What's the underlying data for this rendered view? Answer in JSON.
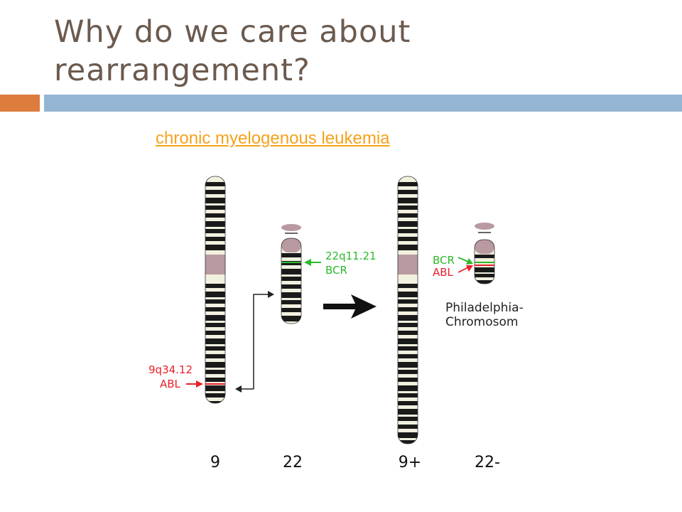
{
  "slide": {
    "title_line1": "Why do we care about",
    "title_line2": "rearrangement?",
    "link_text": "chronic myelogenous leukemia"
  },
  "colors": {
    "title": "#6b5a4e",
    "accent_orange": "#dc7d3e",
    "accent_blue": "#94b6d2",
    "link": "#f5a21b",
    "marker_green": "#2db82d",
    "marker_red": "#e8202a",
    "centromere": "#b99aa0",
    "band_dark": "#1a1a1a",
    "band_light": "#f2f0df"
  },
  "diagram": {
    "chromosome_labels": [
      "9",
      "22",
      "9+",
      "22-"
    ],
    "label_22_locus": "22q11.21",
    "label_22_gene": "BCR",
    "label_9_locus": "9q34.12",
    "label_9_gene": "ABL",
    "label_der_bcr": "BCR",
    "label_der_abl": "ABL",
    "philadelphia_line1": "Philadelphia-",
    "philadelphia_line2": "Chromosom"
  }
}
